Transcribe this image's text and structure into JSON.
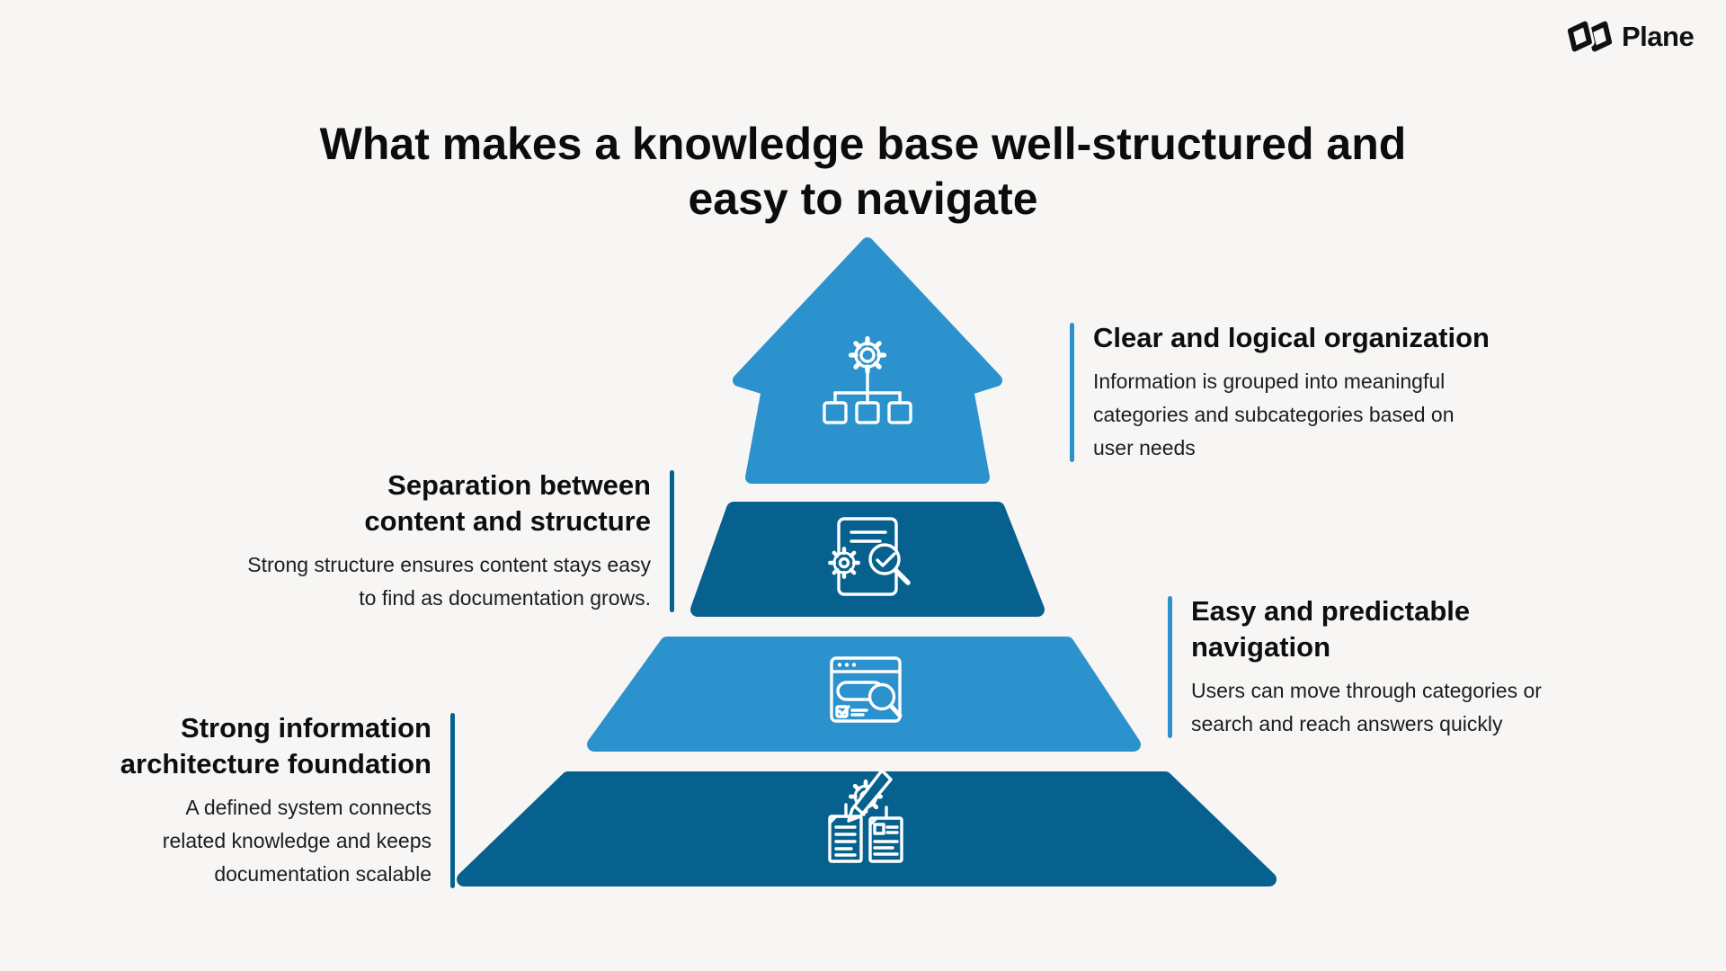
{
  "logo": {
    "brand": "Plane"
  },
  "title": {
    "lines": [
      "What makes a knowledge base well-structured and",
      "easy to navigate"
    ]
  },
  "colors": {
    "light_blue": "#2B92CD",
    "dark_blue": "#07618F",
    "background": "#F7F6F4",
    "text": "#141414"
  },
  "pyramid": {
    "colors": {
      "light": "#2B92CD",
      "dark": "#07618F"
    },
    "levels": [
      {
        "name": "top-arrow",
        "shade": "light",
        "icon": "gear-hierarchy-icon"
      },
      {
        "name": "tier-2",
        "shade": "dark",
        "icon": "document-gear-search-icon"
      },
      {
        "name": "tier-3",
        "shade": "light",
        "icon": "browser-search-icon"
      },
      {
        "name": "tier-4",
        "shade": "dark",
        "icon": "documents-gear-pencil-icon"
      }
    ]
  },
  "callouts": [
    {
      "id": "clear-logical-organization",
      "side": "right",
      "accent": "light-blue",
      "heading": "Clear and logical organization",
      "body": "Information is grouped into meaningful categories and subcategories based on user needs"
    },
    {
      "id": "separation-content-structure",
      "side": "left",
      "accent": "dark-blue",
      "heading": "Separation between content and structure",
      "body": "Strong structure ensures content stays easy to find as documentation grows."
    },
    {
      "id": "easy-predictable-navigation",
      "side": "right",
      "accent": "light-blue",
      "heading": "Easy and predictable navigation",
      "body": "Users can move through categories or search and reach answers quickly"
    },
    {
      "id": "strong-ia-foundation",
      "side": "left",
      "accent": "dark-blue",
      "heading": "Strong information architecture foundation",
      "body": "A defined system connects related knowledge and keeps documentation scalable"
    }
  ]
}
